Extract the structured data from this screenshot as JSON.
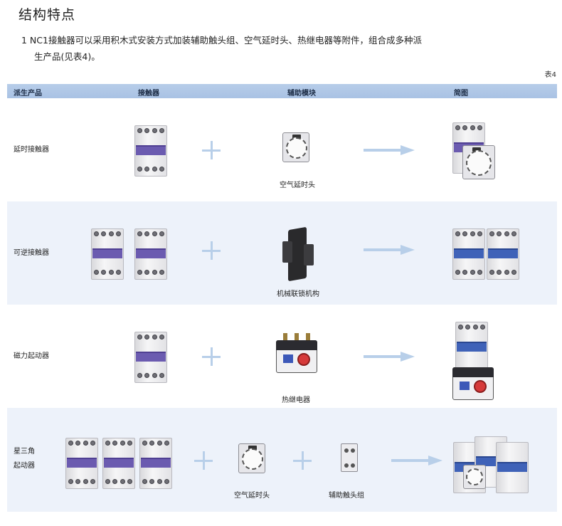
{
  "page": {
    "title": "结构特点",
    "paragraph_line1": "1  NC1接触器可以采用积木式安装方式加装辅助触头组、空气延时头、热继电器等附件，组合成多种派",
    "paragraph_line2": "生产品(见表4)。",
    "table_note": "表4"
  },
  "table": {
    "headers": {
      "derived": "派生产品",
      "contactor": "接触器",
      "aux_module": "辅助模块",
      "diagram": "简图"
    },
    "rows": [
      {
        "label": "延时接触器",
        "module_caption": "空气延时头"
      },
      {
        "label": "可逆接触器",
        "module_caption": "机械联锁机构"
      },
      {
        "label": "磁力起动器",
        "module_caption": "热继电器"
      },
      {
        "label_line1": "星三角",
        "label_line2": "起动器",
        "module_caption_1": "空气延时头",
        "module_caption_2": "辅助触头组"
      }
    ]
  },
  "colors": {
    "header_bg": "#b0c8e6",
    "row_shade": "#edf2fa",
    "symbol": "#b8cfe9",
    "band_purple": "#6b5bb0",
    "band_blue": "#3f62b8"
  },
  "icons": [
    "plus-icon",
    "arrow-right-icon",
    "contactor-image",
    "timer-head-image",
    "interlock-image",
    "thermal-relay-image",
    "aux-contact-image"
  ]
}
